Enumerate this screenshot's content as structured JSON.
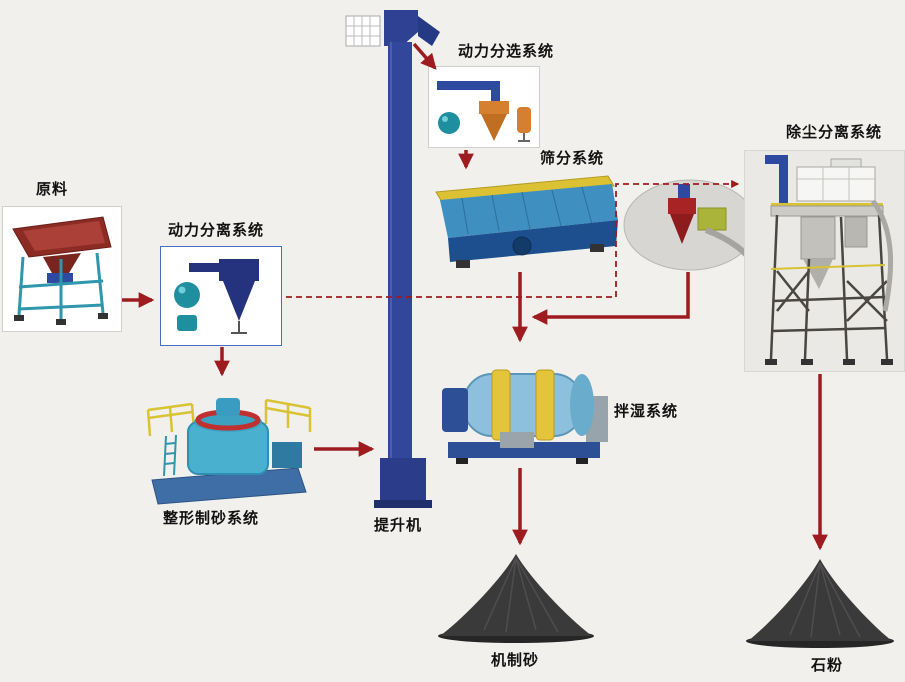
{
  "diagram": {
    "labels": {
      "raw_material": "原料",
      "power_separation": "动力分离系统",
      "power_sorting": "动力分选系统",
      "screening": "筛分系统",
      "dust_separation": "除尘分离系统",
      "shaping_sand_making": "整形制砂系统",
      "bucket_elevator": "提升机",
      "wet_mixing": "拌湿系统",
      "machine_made_sand": "机制砂",
      "stone_powder": "石粉"
    }
  },
  "colors": {
    "background": "#f1f0ed",
    "arrow_red": "#9e1b1f",
    "elevator_blue": "#32479b",
    "machine_teal": "#1f8fa0",
    "navy_blue": "#25337f",
    "accent_yellow": "#d9c233",
    "orange": "#d58030",
    "pile_dark": "#3a3a3a",
    "label_text": "#111111"
  }
}
